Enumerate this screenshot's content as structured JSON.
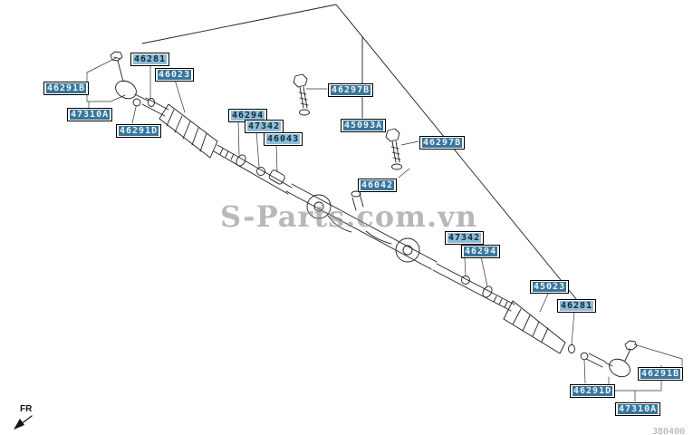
{
  "watermark": {
    "text": "S-Parts.com.vn",
    "color": "#8e8e8e"
  },
  "front_indicator": {
    "label": "FR"
  },
  "footer": {
    "figure_code": "380400"
  },
  "label_colors": {
    "highlight_light": "#8FBCD6",
    "highlight_dark": "#39759B",
    "border": "#000000"
  },
  "part_labels": [
    {
      "text": "46281"
    },
    {
      "text": "46023"
    },
    {
      "text": "46291B"
    },
    {
      "text": "47310A"
    },
    {
      "text": "46291D"
    },
    {
      "text": "46294"
    },
    {
      "text": "47342"
    },
    {
      "text": "46043"
    },
    {
      "text": "46297B"
    },
    {
      "text": "45093A"
    },
    {
      "text": "46297B"
    },
    {
      "text": "46042"
    },
    {
      "text": "47342"
    },
    {
      "text": "46294"
    },
    {
      "text": "45023"
    },
    {
      "text": "46281"
    },
    {
      "text": "46291B"
    },
    {
      "text": "46291D"
    },
    {
      "text": "47310A"
    }
  ]
}
